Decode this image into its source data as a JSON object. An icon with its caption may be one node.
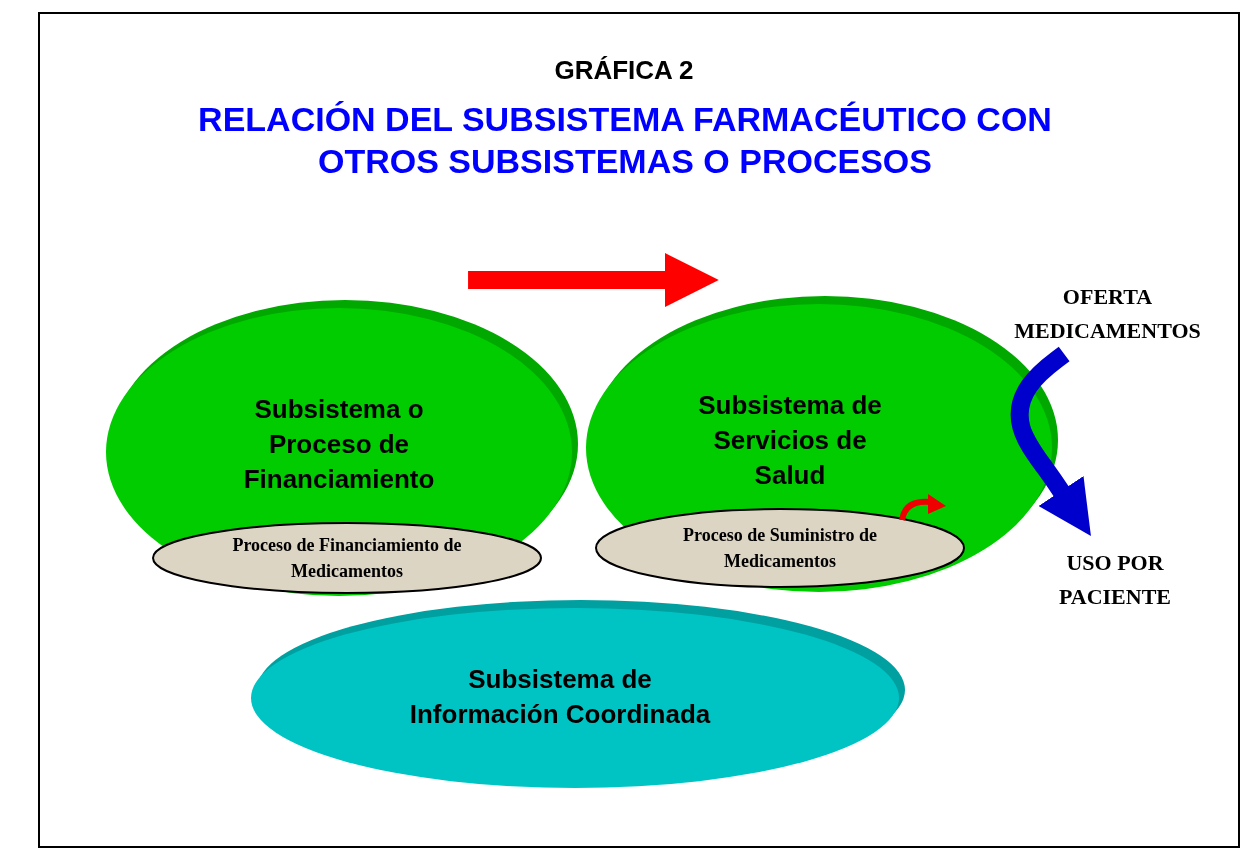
{
  "diagram": {
    "title": "RELACIÓN DEL SUBSISTEMA FARMACÉUTICO CON OTROS SUBSISTEMAS O PROCESOS",
    "nodes": [
      {
        "text": [
          "Subsistema o Proceso de Financiamiento"
        ]
      },
      {
        "text": [
          "Proceso de Financiamiento de Medicamentos"
        ],
        "in": 0
      },
      {
        "text": [
          "Subsistema de Servicios de Salud"
        ]
      },
      {
        "text": [
          "Proceso de Suministro de Medicamentos"
        ],
        "in": 2
      },
      {
        "text": [
          "Subsistema de Información Coordinada"
        ]
      },
      {
        "text": [
          "OFERTA MEDICAMENTOS"
        ]
      },
      {
        "text": [
          "USO POR PACIENTE"
        ]
      }
    ],
    "edges": [
      {
        "from": 0,
        "to": 2,
        "arrow": "to",
        "color": "#ff0000"
      },
      {
        "from": 5,
        "to": 6,
        "arrow": "to",
        "color": "#0000cc"
      }
    ],
    "labels": [
      "GRÁFICA 2"
    ]
  }
}
